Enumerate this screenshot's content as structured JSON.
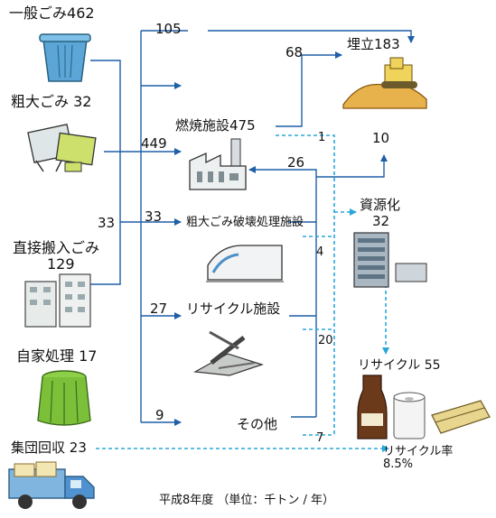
{
  "sources": {
    "general": {
      "label": "一般ごみ",
      "value": "462"
    },
    "bulky": {
      "label": "粗大ごみ",
      "value": "32"
    },
    "direct": {
      "label": "直接搬入ごみ",
      "value": "129"
    },
    "home": {
      "label": "自家処理",
      "value": "17"
    },
    "group": {
      "label": "集団回収",
      "value": "23"
    }
  },
  "facilities": {
    "incineration": {
      "label": "燃焼施設",
      "value": "475"
    },
    "crushing": {
      "label": "粗大ごみ破壊処理施設"
    },
    "recycle": {
      "label": "リサイクル施設"
    },
    "other": {
      "label": "その他"
    },
    "landfill": {
      "label": "埋立",
      "value": "183"
    },
    "resource": {
      "label": "資源化",
      "value": "32"
    },
    "recycled": {
      "label": "リサイクル",
      "value": "55"
    }
  },
  "flows": {
    "f105": "105",
    "f68": "68",
    "f1": "1",
    "f10": "10",
    "f449": "449",
    "f26": "26",
    "f33a": "33",
    "f33b": "33",
    "f4": "4",
    "f27": "27",
    "f20": "20",
    "f9": "9",
    "f7": "7"
  },
  "rate": {
    "label": "リサイクル率",
    "value": "8.5%"
  },
  "footer": "平成8年度 （単位：千トン / 年）",
  "colors": {
    "solid_arrow": "#1f5fa8",
    "dashed_arrow": "#2aa7d9"
  }
}
